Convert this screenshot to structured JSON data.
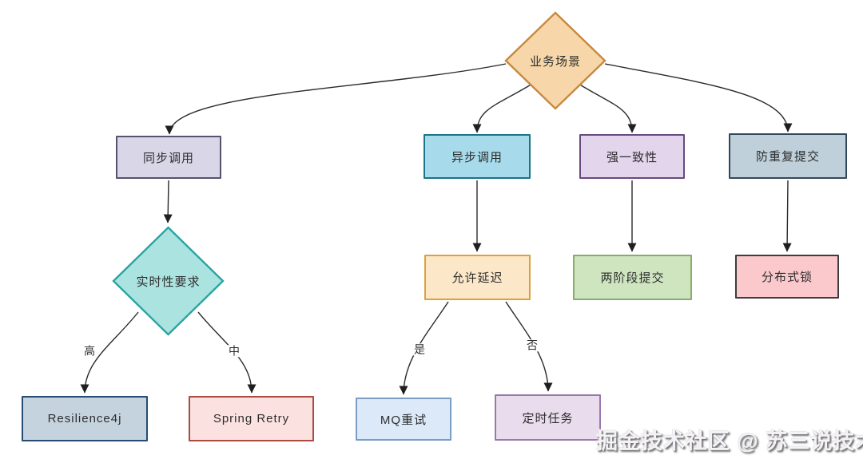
{
  "nodes": {
    "business_scenario": {
      "label": "业务场景",
      "shape": "diamond",
      "fill": "#f7d7a9",
      "border": "#c9883f"
    },
    "sync_call": {
      "label": "同步调用",
      "shape": "rect",
      "fill": "#d9d6e8",
      "border": "#55536d"
    },
    "async_call": {
      "label": "异步调用",
      "shape": "rect",
      "fill": "#a7dbeb",
      "border": "#1b7387"
    },
    "strong_consistency": {
      "label": "强一致性",
      "shape": "rect",
      "fill": "#e3d5ec",
      "border": "#684a7e"
    },
    "prevent_duplicate_submit": {
      "label": "防重复提交",
      "shape": "rect",
      "fill": "#bfd0db",
      "border": "#32495c"
    },
    "realtime_requirement": {
      "label": "实时性要求",
      "shape": "diamond",
      "fill": "#abe3e0",
      "border": "#2aa4a0"
    },
    "allow_delay": {
      "label": "允许延迟",
      "shape": "rect",
      "fill": "#fce8c9",
      "border": "#dba13e"
    },
    "two_phase_commit": {
      "label": "两阶段提交",
      "shape": "rect",
      "fill": "#cfe5c0",
      "border": "#8aab6d"
    },
    "distributed_lock": {
      "label": "分布式锁",
      "shape": "rect",
      "fill": "#fbc8cc",
      "border": "#3d3d3d"
    },
    "resilience4j": {
      "label": "Resilience4j",
      "shape": "rect",
      "fill": "#c4d3de",
      "border": "#274b72"
    },
    "spring_retry": {
      "label": "Spring Retry",
      "shape": "rect",
      "fill": "#fbe2e0",
      "border": "#a94b41"
    },
    "mq_retry": {
      "label": "MQ重试",
      "shape": "rect",
      "fill": "#dbe9f8",
      "border": "#7b9cc4"
    },
    "scheduled_task": {
      "label": "定时任务",
      "shape": "rect",
      "fill": "#e9dcec",
      "border": "#9a77ad"
    }
  },
  "edges": [
    {
      "from": "business_scenario",
      "to": "sync_call",
      "label": ""
    },
    {
      "from": "business_scenario",
      "to": "async_call",
      "label": ""
    },
    {
      "from": "business_scenario",
      "to": "strong_consistency",
      "label": ""
    },
    {
      "from": "business_scenario",
      "to": "prevent_duplicate_submit",
      "label": ""
    },
    {
      "from": "sync_call",
      "to": "realtime_requirement",
      "label": ""
    },
    {
      "from": "async_call",
      "to": "allow_delay",
      "label": ""
    },
    {
      "from": "strong_consistency",
      "to": "two_phase_commit",
      "label": ""
    },
    {
      "from": "prevent_duplicate_submit",
      "to": "distributed_lock",
      "label": ""
    },
    {
      "from": "realtime_requirement",
      "to": "resilience4j",
      "label": "高"
    },
    {
      "from": "realtime_requirement",
      "to": "spring_retry",
      "label": "中"
    },
    {
      "from": "allow_delay",
      "to": "mq_retry",
      "label": "是"
    },
    {
      "from": "allow_delay",
      "to": "scheduled_task",
      "label": "否"
    }
  ],
  "watermark": {
    "text": "掘金技术社区 @ 苏三说技术"
  }
}
